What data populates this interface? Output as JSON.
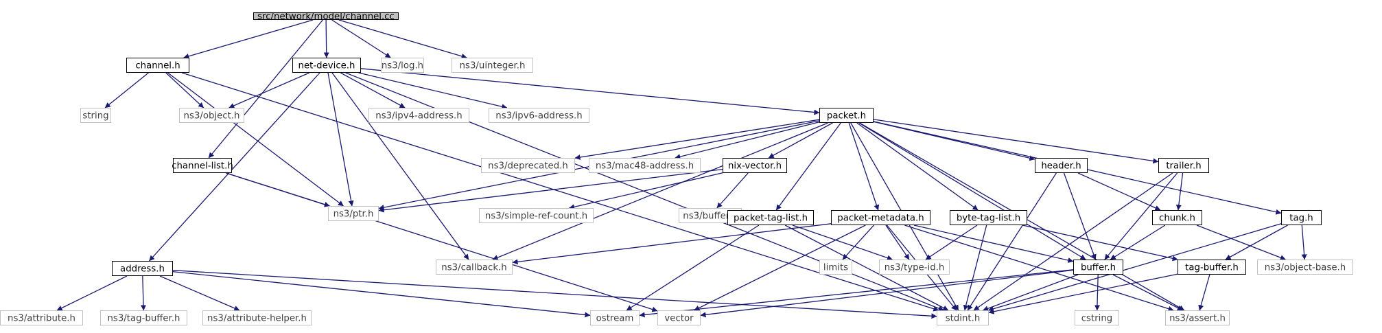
{
  "colors": {
    "edge": "#191970",
    "node_border": "#000000",
    "external_border": "#bfbfbf",
    "root_fill": "#bfbfbf",
    "text": "#000000",
    "external_text": "#404040"
  },
  "nodes": [
    {
      "id": "root",
      "label": "src/network/model/channel.cc",
      "kind": "root"
    },
    {
      "id": "channel_h",
      "label": "channel.h",
      "kind": "file"
    },
    {
      "id": "net_device_h",
      "label": "net-device.h",
      "kind": "file"
    },
    {
      "id": "ns3_log_h",
      "label": "ns3/log.h",
      "kind": "external"
    },
    {
      "id": "ns3_uinteger_h",
      "label": "ns3/uinteger.h",
      "kind": "external"
    },
    {
      "id": "string",
      "label": "string",
      "kind": "external"
    },
    {
      "id": "ns3_object_h",
      "label": "ns3/object.h",
      "kind": "external"
    },
    {
      "id": "ns3_ipv4_address_h",
      "label": "ns3/ipv4-address.h",
      "kind": "external"
    },
    {
      "id": "ns3_ipv6_address_h",
      "label": "ns3/ipv6-address.h",
      "kind": "external"
    },
    {
      "id": "packet_h",
      "label": "packet.h",
      "kind": "file"
    },
    {
      "id": "channel_list_h",
      "label": "channel-list.h",
      "kind": "file"
    },
    {
      "id": "ns3_deprecated_h",
      "label": "ns3/deprecated.h",
      "kind": "external"
    },
    {
      "id": "ns3_mac48_address_h",
      "label": "ns3/mac48-address.h",
      "kind": "external"
    },
    {
      "id": "nix_vector_h",
      "label": "nix-vector.h",
      "kind": "file"
    },
    {
      "id": "header_h",
      "label": "header.h",
      "kind": "file"
    },
    {
      "id": "trailer_h",
      "label": "trailer.h",
      "kind": "file"
    },
    {
      "id": "ns3_ptr_h",
      "label": "ns3/ptr.h",
      "kind": "external"
    },
    {
      "id": "ns3_simple_ref_count_h",
      "label": "ns3/simple-ref-count.h",
      "kind": "external"
    },
    {
      "id": "ns3_buffer_h",
      "label": "ns3/buffer.h",
      "kind": "external"
    },
    {
      "id": "packet_tag_list_h",
      "label": "packet-tag-list.h",
      "kind": "file"
    },
    {
      "id": "packet_metadata_h",
      "label": "packet-metadata.h",
      "kind": "file"
    },
    {
      "id": "byte_tag_list_h",
      "label": "byte-tag-list.h",
      "kind": "file"
    },
    {
      "id": "chunk_h",
      "label": "chunk.h",
      "kind": "file"
    },
    {
      "id": "tag_h",
      "label": "tag.h",
      "kind": "file"
    },
    {
      "id": "address_h",
      "label": "address.h",
      "kind": "file"
    },
    {
      "id": "ns3_callback_h",
      "label": "ns3/callback.h",
      "kind": "external"
    },
    {
      "id": "limits",
      "label": "limits",
      "kind": "external"
    },
    {
      "id": "ns3_type_id_h",
      "label": "ns3/type-id.h",
      "kind": "external"
    },
    {
      "id": "buffer_h",
      "label": "buffer.h",
      "kind": "file"
    },
    {
      "id": "tag_buffer_h",
      "label": "tag-buffer.h",
      "kind": "file"
    },
    {
      "id": "ns3_object_base_h",
      "label": "ns3/object-base.h",
      "kind": "external"
    },
    {
      "id": "ns3_attribute_h",
      "label": "ns3/attribute.h",
      "kind": "external"
    },
    {
      "id": "ns3_tag_buffer_h",
      "label": "ns3/tag-buffer.h",
      "kind": "external"
    },
    {
      "id": "ns3_attribute_helper_h",
      "label": "ns3/attribute-helper.h",
      "kind": "external"
    },
    {
      "id": "ostream",
      "label": "ostream",
      "kind": "external"
    },
    {
      "id": "vector",
      "label": "vector",
      "kind": "external"
    },
    {
      "id": "stdint_h",
      "label": "stdint.h",
      "kind": "external"
    },
    {
      "id": "cstring",
      "label": "cstring",
      "kind": "external"
    },
    {
      "id": "ns3_assert_h",
      "label": "ns3/assert.h",
      "kind": "external"
    }
  ],
  "edges": [
    [
      "root",
      "channel_h"
    ],
    [
      "root",
      "net_device_h"
    ],
    [
      "root",
      "ns3_log_h"
    ],
    [
      "root",
      "ns3_uinteger_h"
    ],
    [
      "root",
      "channel_list_h"
    ],
    [
      "channel_h",
      "string"
    ],
    [
      "channel_h",
      "ns3_object_h"
    ],
    [
      "channel_h",
      "ns3_ptr_h"
    ],
    [
      "channel_h",
      "stdint_h"
    ],
    [
      "net_device_h",
      "ns3_object_h"
    ],
    [
      "net_device_h",
      "ns3_ipv4_address_h"
    ],
    [
      "net_device_h",
      "ns3_ipv6_address_h"
    ],
    [
      "net_device_h",
      "packet_h"
    ],
    [
      "net_device_h",
      "ns3_ptr_h"
    ],
    [
      "net_device_h",
      "address_h"
    ],
    [
      "net_device_h",
      "ns3_callback_h"
    ],
    [
      "net_device_h",
      "stdint_h"
    ],
    [
      "channel_list_h",
      "ns3_ptr_h"
    ],
    [
      "channel_list_h",
      "vector"
    ],
    [
      "packet_h",
      "ns3_ptr_h"
    ],
    [
      "packet_h",
      "ns3_deprecated_h"
    ],
    [
      "packet_h",
      "ns3_mac48_address_h"
    ],
    [
      "packet_h",
      "nix_vector_h"
    ],
    [
      "packet_h",
      "header_h"
    ],
    [
      "packet_h",
      "trailer_h"
    ],
    [
      "packet_h",
      "tag_h"
    ],
    [
      "packet_h",
      "packet_tag_list_h"
    ],
    [
      "packet_h",
      "packet_metadata_h"
    ],
    [
      "packet_h",
      "byte_tag_list_h"
    ],
    [
      "packet_h",
      "buffer_h"
    ],
    [
      "packet_h",
      "ns3_callback_h"
    ],
    [
      "packet_h",
      "stdint_h"
    ],
    [
      "packet_h",
      "ns3_assert_h"
    ],
    [
      "nix_vector_h",
      "ns3_ptr_h"
    ],
    [
      "nix_vector_h",
      "ns3_simple_ref_count_h"
    ],
    [
      "nix_vector_h",
      "ns3_buffer_h"
    ],
    [
      "header_h",
      "chunk_h"
    ],
    [
      "header_h",
      "buffer_h"
    ],
    [
      "header_h",
      "stdint_h"
    ],
    [
      "trailer_h",
      "chunk_h"
    ],
    [
      "trailer_h",
      "buffer_h"
    ],
    [
      "trailer_h",
      "stdint_h"
    ],
    [
      "packet_tag_list_h",
      "ns3_type_id_h"
    ],
    [
      "packet_tag_list_h",
      "ostream"
    ],
    [
      "packet_tag_list_h",
      "stdint_h"
    ],
    [
      "packet_metadata_h",
      "ns3_callback_h"
    ],
    [
      "packet_metadata_h",
      "limits"
    ],
    [
      "packet_metadata_h",
      "ns3_type_id_h"
    ],
    [
      "packet_metadata_h",
      "buffer_h"
    ],
    [
      "packet_metadata_h",
      "vector"
    ],
    [
      "packet_metadata_h",
      "stdint_h"
    ],
    [
      "packet_metadata_h",
      "ns3_assert_h"
    ],
    [
      "byte_tag_list_h",
      "ns3_type_id_h"
    ],
    [
      "byte_tag_list_h",
      "tag_buffer_h"
    ],
    [
      "byte_tag_list_h",
      "stdint_h"
    ],
    [
      "chunk_h",
      "buffer_h"
    ],
    [
      "chunk_h",
      "ns3_object_base_h"
    ],
    [
      "tag_h",
      "tag_buffer_h"
    ],
    [
      "tag_h",
      "ns3_object_base_h"
    ],
    [
      "tag_h",
      "stdint_h"
    ],
    [
      "address_h",
      "ns3_attribute_h"
    ],
    [
      "address_h",
      "ns3_tag_buffer_h"
    ],
    [
      "address_h",
      "ns3_attribute_helper_h"
    ],
    [
      "address_h",
      "ostream"
    ],
    [
      "address_h",
      "stdint_h"
    ],
    [
      "buffer_h",
      "ostream"
    ],
    [
      "buffer_h",
      "vector"
    ],
    [
      "buffer_h",
      "stdint_h"
    ],
    [
      "buffer_h",
      "cstring"
    ],
    [
      "buffer_h",
      "ns3_assert_h"
    ],
    [
      "tag_buffer_h",
      "stdint_h"
    ],
    [
      "tag_buffer_h",
      "ns3_assert_h"
    ]
  ]
}
